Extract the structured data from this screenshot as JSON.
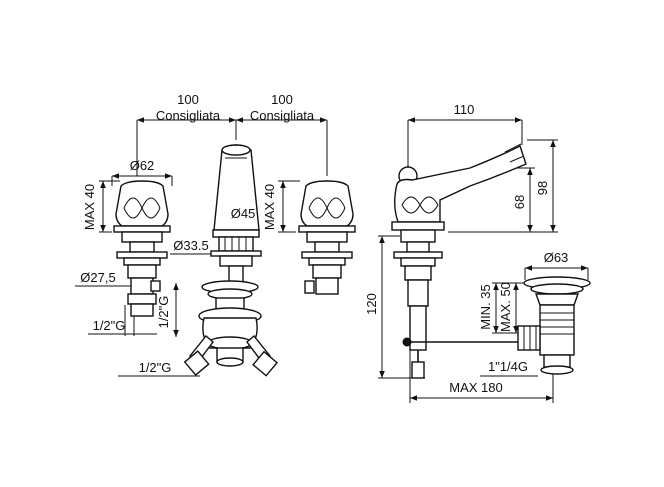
{
  "labels": {
    "left_width": "100",
    "left_note": "Consigliata",
    "right_width": "100",
    "right_note": "Consigliata",
    "handle_diameter": "Ø62",
    "handle_height_left": "MAX 40",
    "handle_height_right": "MAX 40",
    "spout_diameter": "Ø45",
    "spout_base_diameter": "Ø33.5",
    "nut_diameter": "Ø27,5",
    "inlet_thread_left": "1/2\"G",
    "inlet_thread_vertical": "1/2\"G",
    "drain_inlet_thread": "1/2\"G",
    "spout_length": "110",
    "spout_height_inner": "68",
    "spout_height_total": "98",
    "waste_diameter": "Ø63",
    "waste_min": "MIN. 35",
    "waste_max": "MAX. 50",
    "waste_thread": "1\"1/4G",
    "body_height": "120",
    "rod_length": "MAX 180"
  }
}
